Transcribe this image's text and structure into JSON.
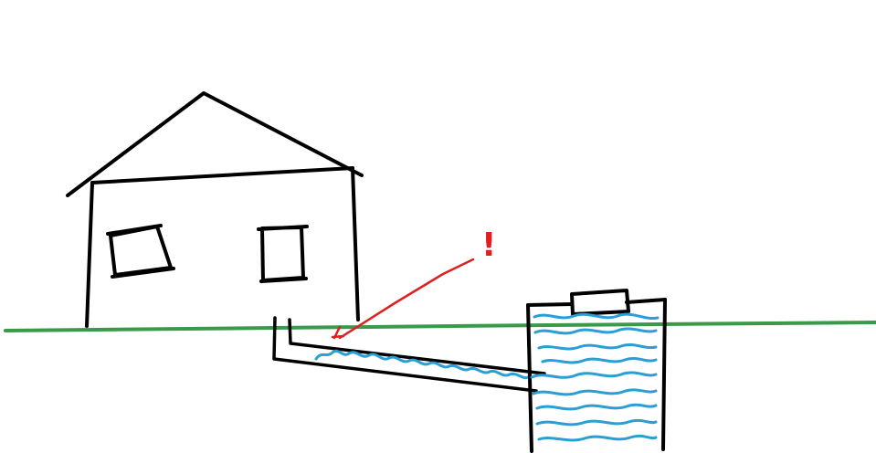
{
  "annotation": {
    "mark": "!"
  },
  "colors": {
    "background": "#ffffff",
    "ink": "#000000",
    "ground": "#3a9a4a",
    "water": "#2a9fd6",
    "warning": "#e02020"
  },
  "icons": {
    "house": "house-drawing",
    "tank": "septic-tank-drawing",
    "pipe": "sewer-pipe",
    "arrow": "warning-arrow"
  }
}
